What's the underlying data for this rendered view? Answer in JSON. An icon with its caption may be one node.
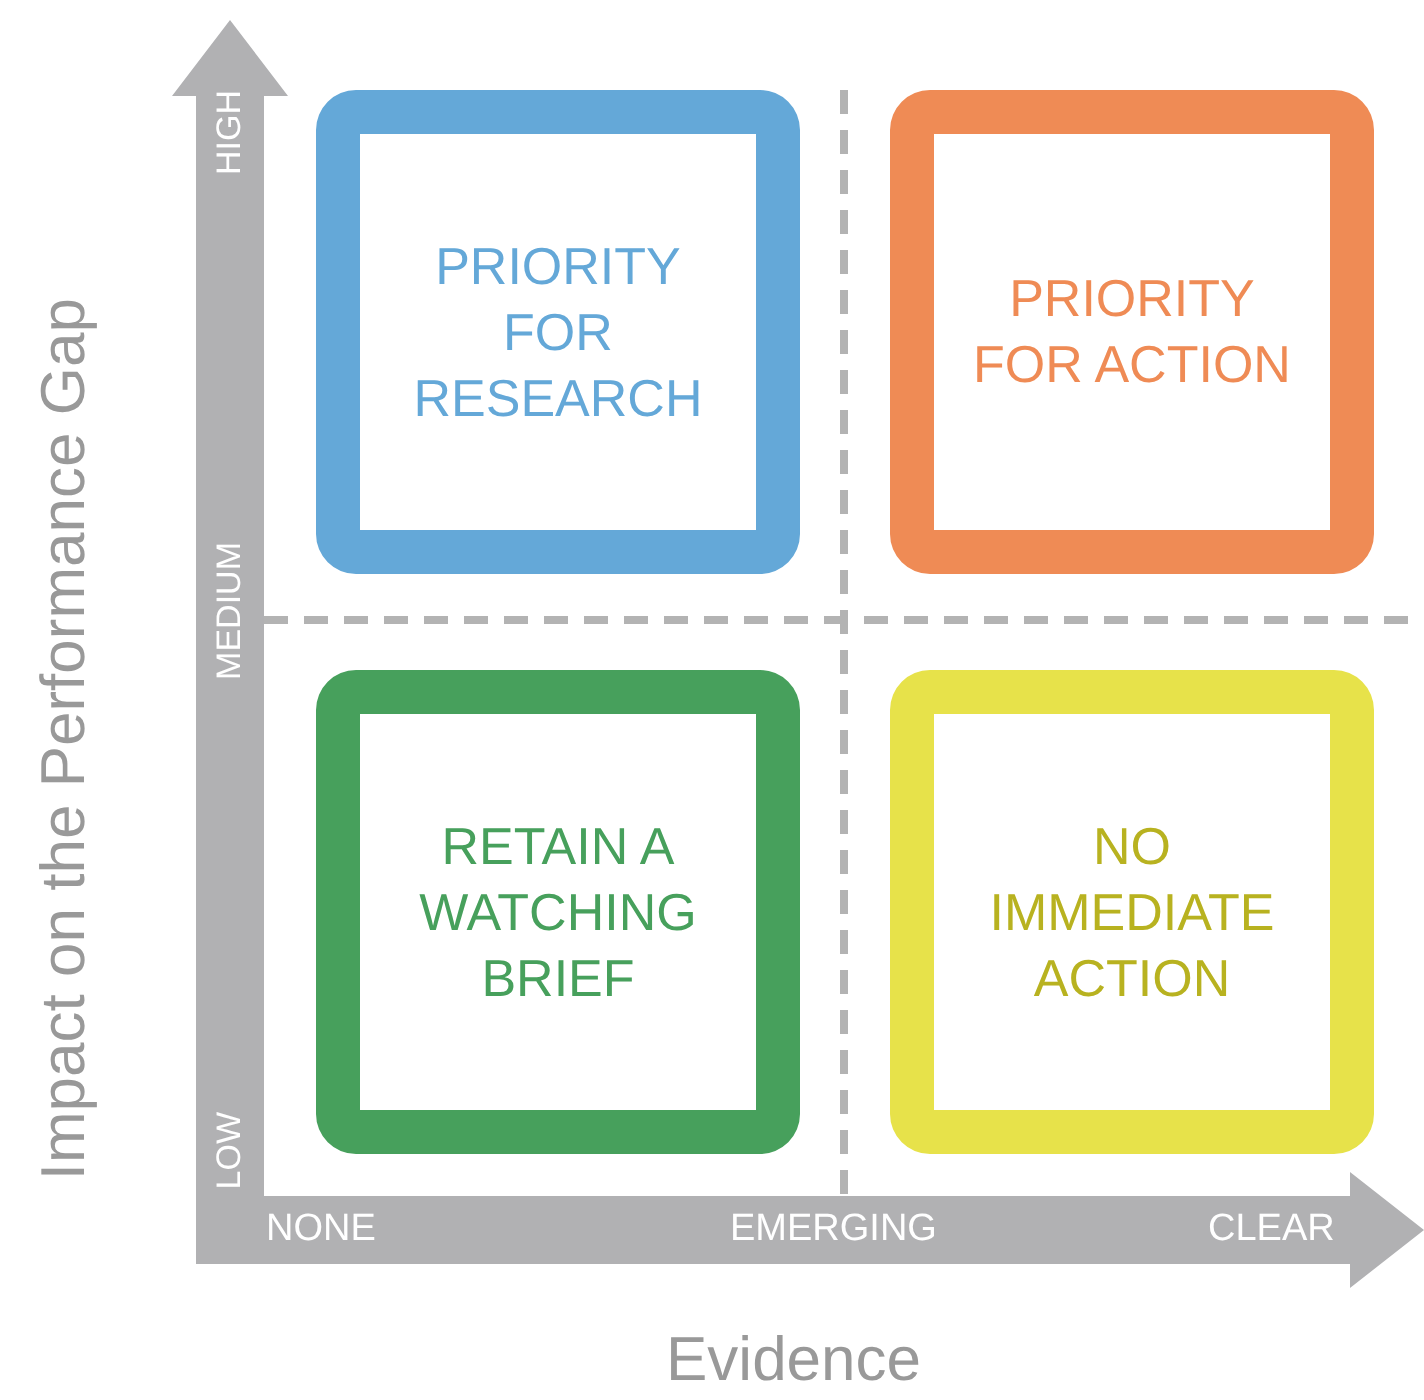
{
  "diagram": {
    "nodes": [
      {
        "text": [
          "PRIORITY FOR RESEARCH"
        ]
      },
      {
        "text": [
          "PRIORITY FOR ACTION"
        ]
      },
      {
        "text": [
          "RETAIN A WATCHING BRIEF"
        ]
      },
      {
        "text": [
          "NO IMMEDIATE ACTION"
        ]
      }
    ],
    "edges": [],
    "labels": [
      "Impact on the Performance Gap",
      "HIGH",
      "MEDIUM",
      "LOW",
      "NONE",
      "EMERGING",
      "CLEAR",
      "Evidence"
    ]
  }
}
